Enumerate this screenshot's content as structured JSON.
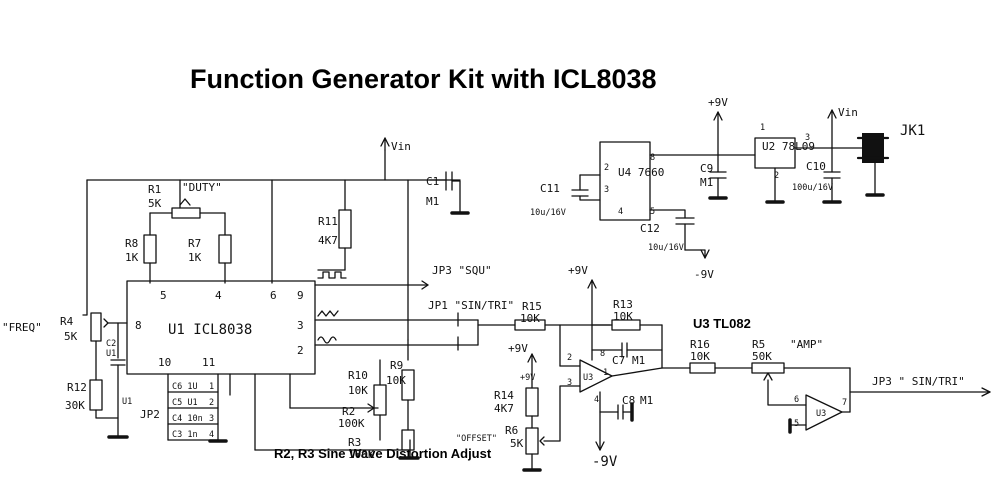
{
  "title": "Function Generator Kit with ICL8038",
  "subtitle": "R2, R3 Sine Wave Distortion Adjust",
  "u3_type": "U3 TL082",
  "supplies": {
    "vin_left": "Vin",
    "vin_right": "Vin",
    "plus9_top": "+9V",
    "plus9_mid": "+9V",
    "plus9_r14": "+9V",
    "minus9_c12": "-9V",
    "minus9_bottom": "-9V"
  },
  "ic_u1": {
    "name": "U1 ICL8038",
    "pins": {
      "p5": "5",
      "p4": "4",
      "p6": "6",
      "p9": "9",
      "p8": "8",
      "p3": "3",
      "p2": "2",
      "p10": "10",
      "p11": "11"
    }
  },
  "ic_u4": {
    "name": "U4 7660",
    "pins": {
      "p2": "2",
      "p3": "3",
      "p4": "4",
      "p5": "5",
      "p8": "8"
    }
  },
  "ic_u2": {
    "name": "U2 78L09",
    "pins": {
      "p1": "1",
      "p2": "2",
      "p3": "3"
    }
  },
  "opamp_a": {
    "name": "U3",
    "pins": {
      "p1": "1",
      "p2": "2",
      "p3": "3",
      "p4": "4",
      "p8": "8"
    }
  },
  "opamp_b": {
    "name": "U3",
    "pins": {
      "p5": "5",
      "p6": "6",
      "p7": "7"
    }
  },
  "components": {
    "r1": {
      "name": "R1",
      "value": "5K",
      "note": "\"DUTY\""
    },
    "r2": {
      "name": "R2",
      "value": "100K"
    },
    "r3": {
      "name": "R3",
      "value": "100K"
    },
    "r4": {
      "name": "R4",
      "value": "5K",
      "note": "\"FREQ\""
    },
    "r5": {
      "name": "R5",
      "value": "50K",
      "note": "\"AMP\""
    },
    "r6": {
      "name": "R6",
      "value": "5K",
      "note": "\"OFFSET\""
    },
    "r7": {
      "name": "R7",
      "value": "1K"
    },
    "r8": {
      "name": "R8",
      "value": "1K"
    },
    "r9": {
      "name": "R9",
      "value": "10K"
    },
    "r10": {
      "name": "R10",
      "value": "10K"
    },
    "r11": {
      "name": "R11",
      "value": "4K7"
    },
    "r12": {
      "name": "R12",
      "value": "30K"
    },
    "r13": {
      "name": "R13",
      "value": "10K"
    },
    "r14": {
      "name": "R14",
      "value": "4K7"
    },
    "r15": {
      "name": "R15",
      "value": "10K"
    },
    "r16": {
      "name": "R16",
      "value": "10K"
    },
    "c1": {
      "name": "C1",
      "value": "M1"
    },
    "c2": {
      "name": "C2",
      "value": "U1"
    },
    "c3": "C3 1n",
    "c4": "C4 10n",
    "c5": "C5 U1",
    "c6": "C6 1U",
    "c7": {
      "name": "C7",
      "value": "M1"
    },
    "c8": {
      "name": "C8",
      "value": "M1"
    },
    "c9": {
      "name": "C9",
      "value": "M1"
    },
    "c10": {
      "name": "C10",
      "value": "100u/16V"
    },
    "c11": {
      "name": "C11",
      "value": "10u/16V"
    },
    "c12": {
      "name": "C12",
      "value": "10u/16V"
    },
    "u1_note": "U1",
    "jp2": "JP2",
    "jp2_pins": [
      "1",
      "2",
      "3",
      "4"
    ]
  },
  "outputs": {
    "jp3_sq": "JP3 \"SQU\"",
    "jp1": "JP1 \"SIN/TRI\"",
    "jp3_out": "JP3 \" SIN/TRI\"",
    "jk1": "JK1"
  }
}
